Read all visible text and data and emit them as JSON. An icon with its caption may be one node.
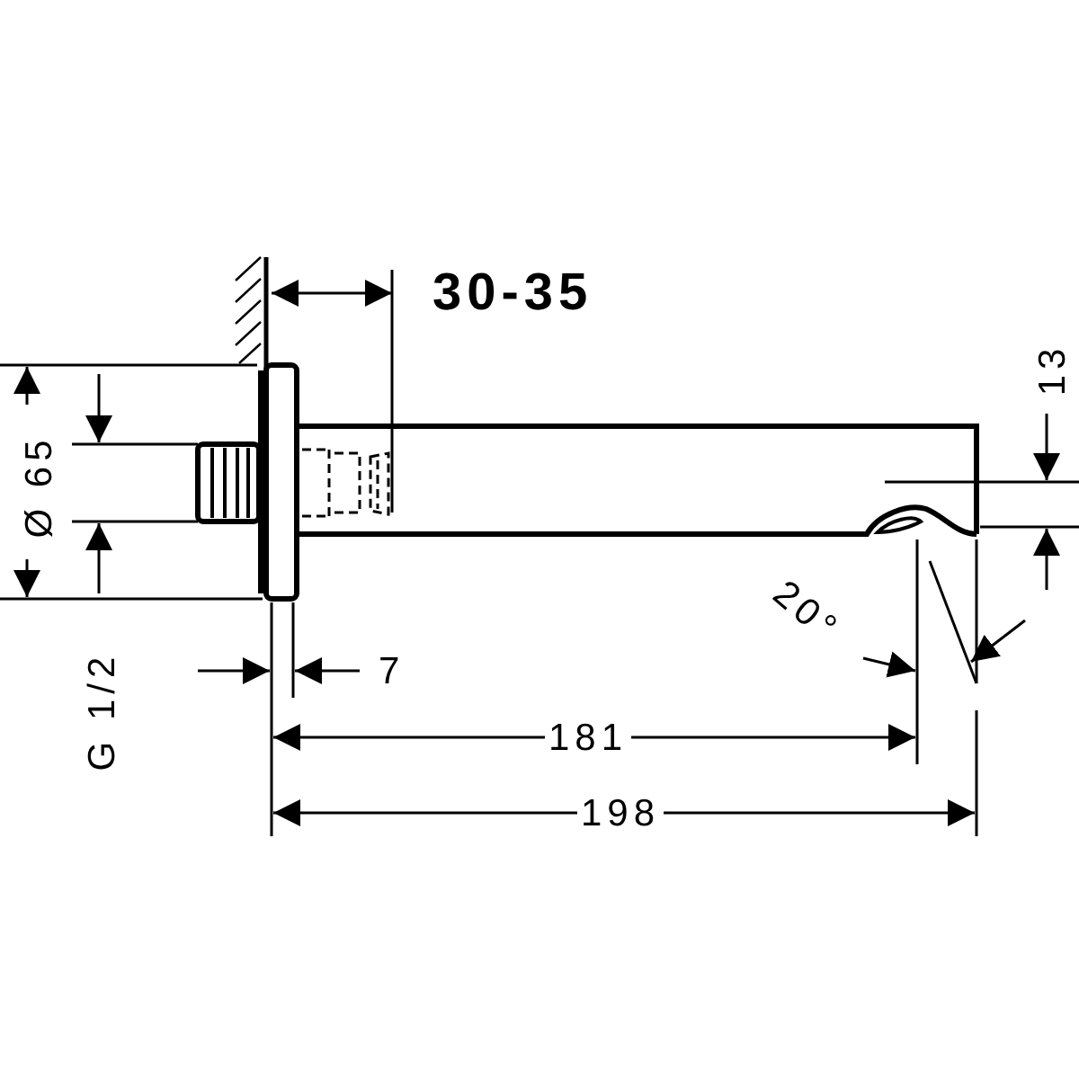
{
  "diagram": {
    "labels": [
      "30-35",
      "13",
      "Ø 65",
      "G 1/2",
      "7",
      "20°",
      "181",
      "198"
    ]
  }
}
